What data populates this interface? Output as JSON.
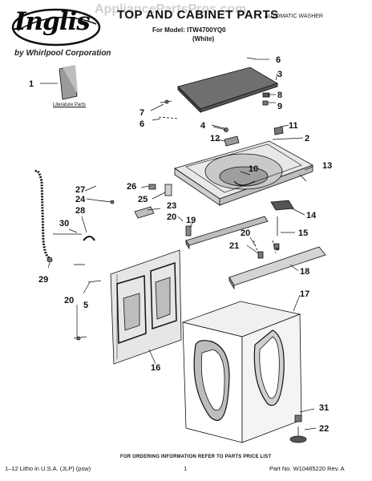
{
  "header": {
    "brand": "Inglis",
    "brand_sub": "by Whirlpool Corporation",
    "title": "TOP AND CABINET PARTS",
    "product": "AUTOMATIC WASHER",
    "model": "For Model: ITW4700YQ0",
    "color": "(White)",
    "watermark": "AppliancePartsPros.com"
  },
  "literature_label": "Literature Parts",
  "callouts": [
    "1",
    "2",
    "3",
    "4",
    "5",
    "6",
    "6",
    "7",
    "8",
    "9",
    "10",
    "11",
    "12",
    "13",
    "14",
    "15",
    "16",
    "17",
    "18",
    "19",
    "20",
    "20",
    "20",
    "21",
    "22",
    "23",
    "24",
    "25",
    "26",
    "27",
    "28",
    "29",
    "30",
    "31"
  ],
  "footer": {
    "note": "FOR ORDERING INFORMATION REFER TO PARTS PRICE LIST",
    "left": "1–12 Litho in U.S.A. (JLP) (psw)",
    "page": "1",
    "part_no": "Part No. W10485220 Rev. A"
  },
  "colors": {
    "ink": "#111111",
    "part_fill": "#d9d9d9",
    "dark_fill": "#8a8a8a"
  }
}
